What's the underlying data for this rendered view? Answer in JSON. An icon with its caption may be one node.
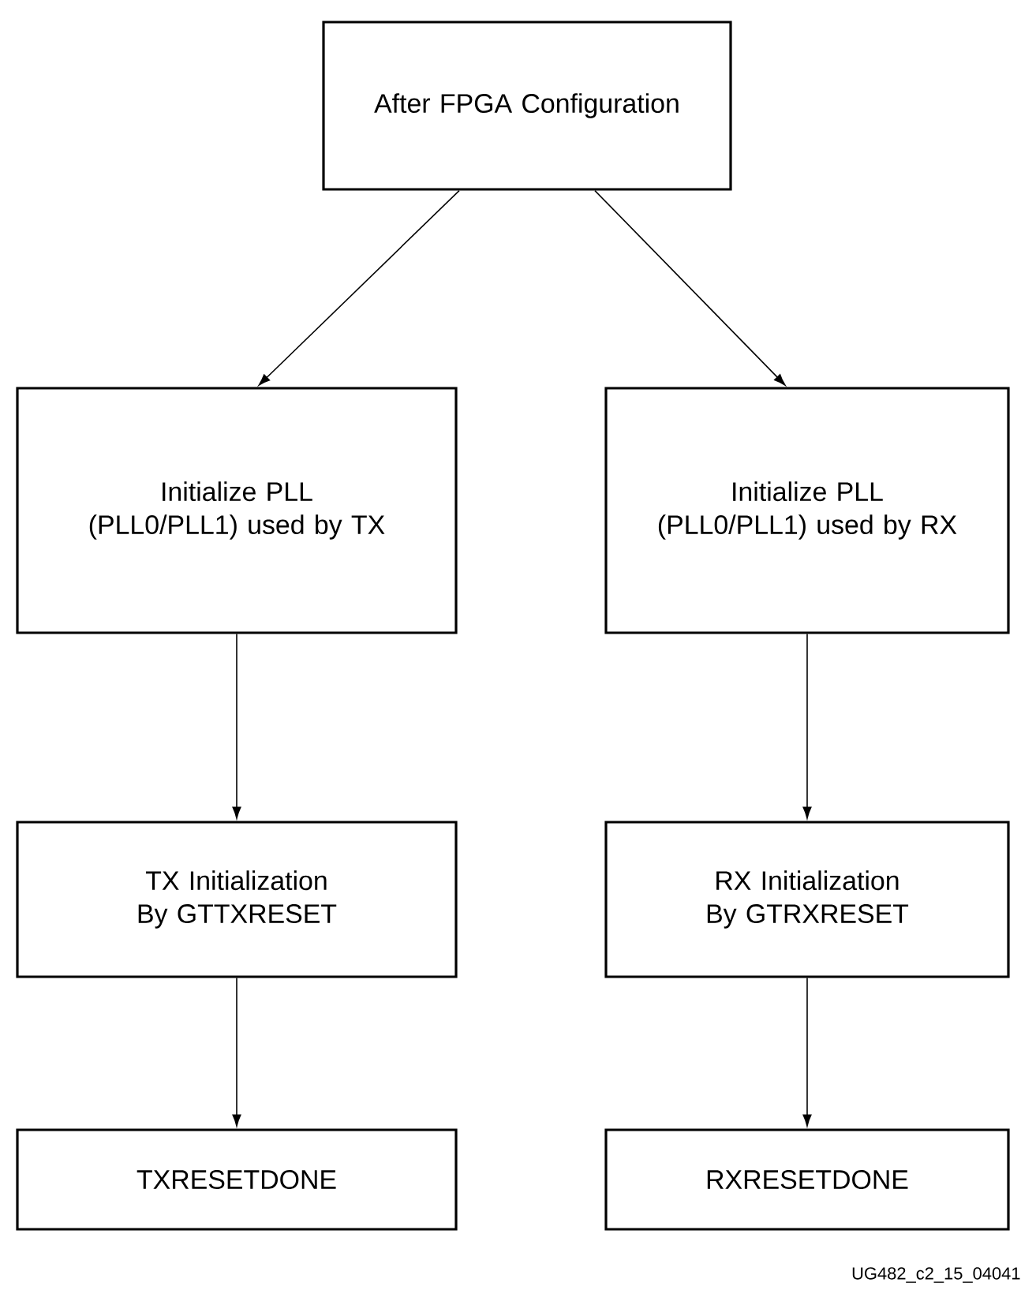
{
  "diagram": {
    "nodes": [
      {
        "text": [
          "After FPGA Configuration"
        ]
      },
      {
        "text": [
          "Initialize PLL (PLL0/PLL1) used by TX"
        ]
      },
      {
        "text": [
          "Initialize PLL (PLL0/PLL1) used by RX"
        ]
      },
      {
        "text": [
          "TX Initialization By GTTXRESET"
        ]
      },
      {
        "text": [
          "RX Initialization By GTRXRESET"
        ]
      },
      {
        "text": [
          "TXRESETDONE"
        ]
      },
      {
        "text": [
          "RXRESETDONE"
        ]
      }
    ],
    "edges": [
      {
        "from": 0,
        "to": 1,
        "arrow": "to"
      },
      {
        "from": 0,
        "to": 2,
        "arrow": "to"
      },
      {
        "from": 1,
        "to": 3,
        "arrow": "to"
      },
      {
        "from": 2,
        "to": 4,
        "arrow": "to"
      },
      {
        "from": 3,
        "to": 5,
        "arrow": "to"
      },
      {
        "from": 4,
        "to": 6,
        "arrow": "to"
      }
    ],
    "labels": [
      "UG482_c2_15_04041"
    ]
  }
}
